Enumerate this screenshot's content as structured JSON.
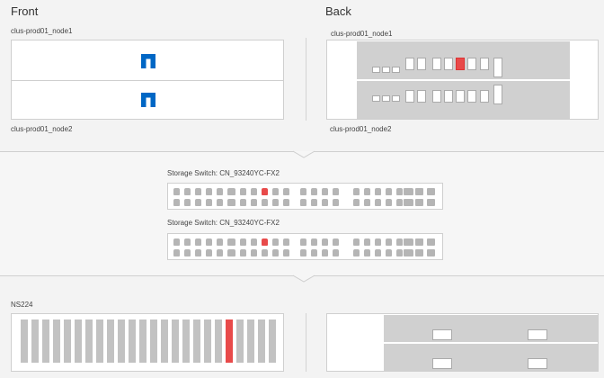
{
  "front": {
    "title": "Front",
    "node1_label": "clus-prod01_node1",
    "node2_label": "clus-prod01_node2"
  },
  "back": {
    "title": "Back",
    "node1_label": "clus-prod01_node1",
    "node2_label": "clus-prod01_node2",
    "highlighted_slot_color": "#e84a4a"
  },
  "switches": [
    {
      "label": "Storage Switch: CN_93240YC-FX2",
      "highlighted_port_color": "#e84a4a"
    },
    {
      "label": "Storage Switch: CN_93240YC-FX2",
      "highlighted_port_color": "#e84a4a"
    }
  ],
  "shelf": {
    "label": "NS224",
    "highlighted_drive_color": "#e84a4a"
  },
  "colors": {
    "logo_blue": "#0067c5",
    "highlight_red": "#e84a4a"
  },
  "icons": {
    "node_logo": "netapp-logo-icon"
  }
}
